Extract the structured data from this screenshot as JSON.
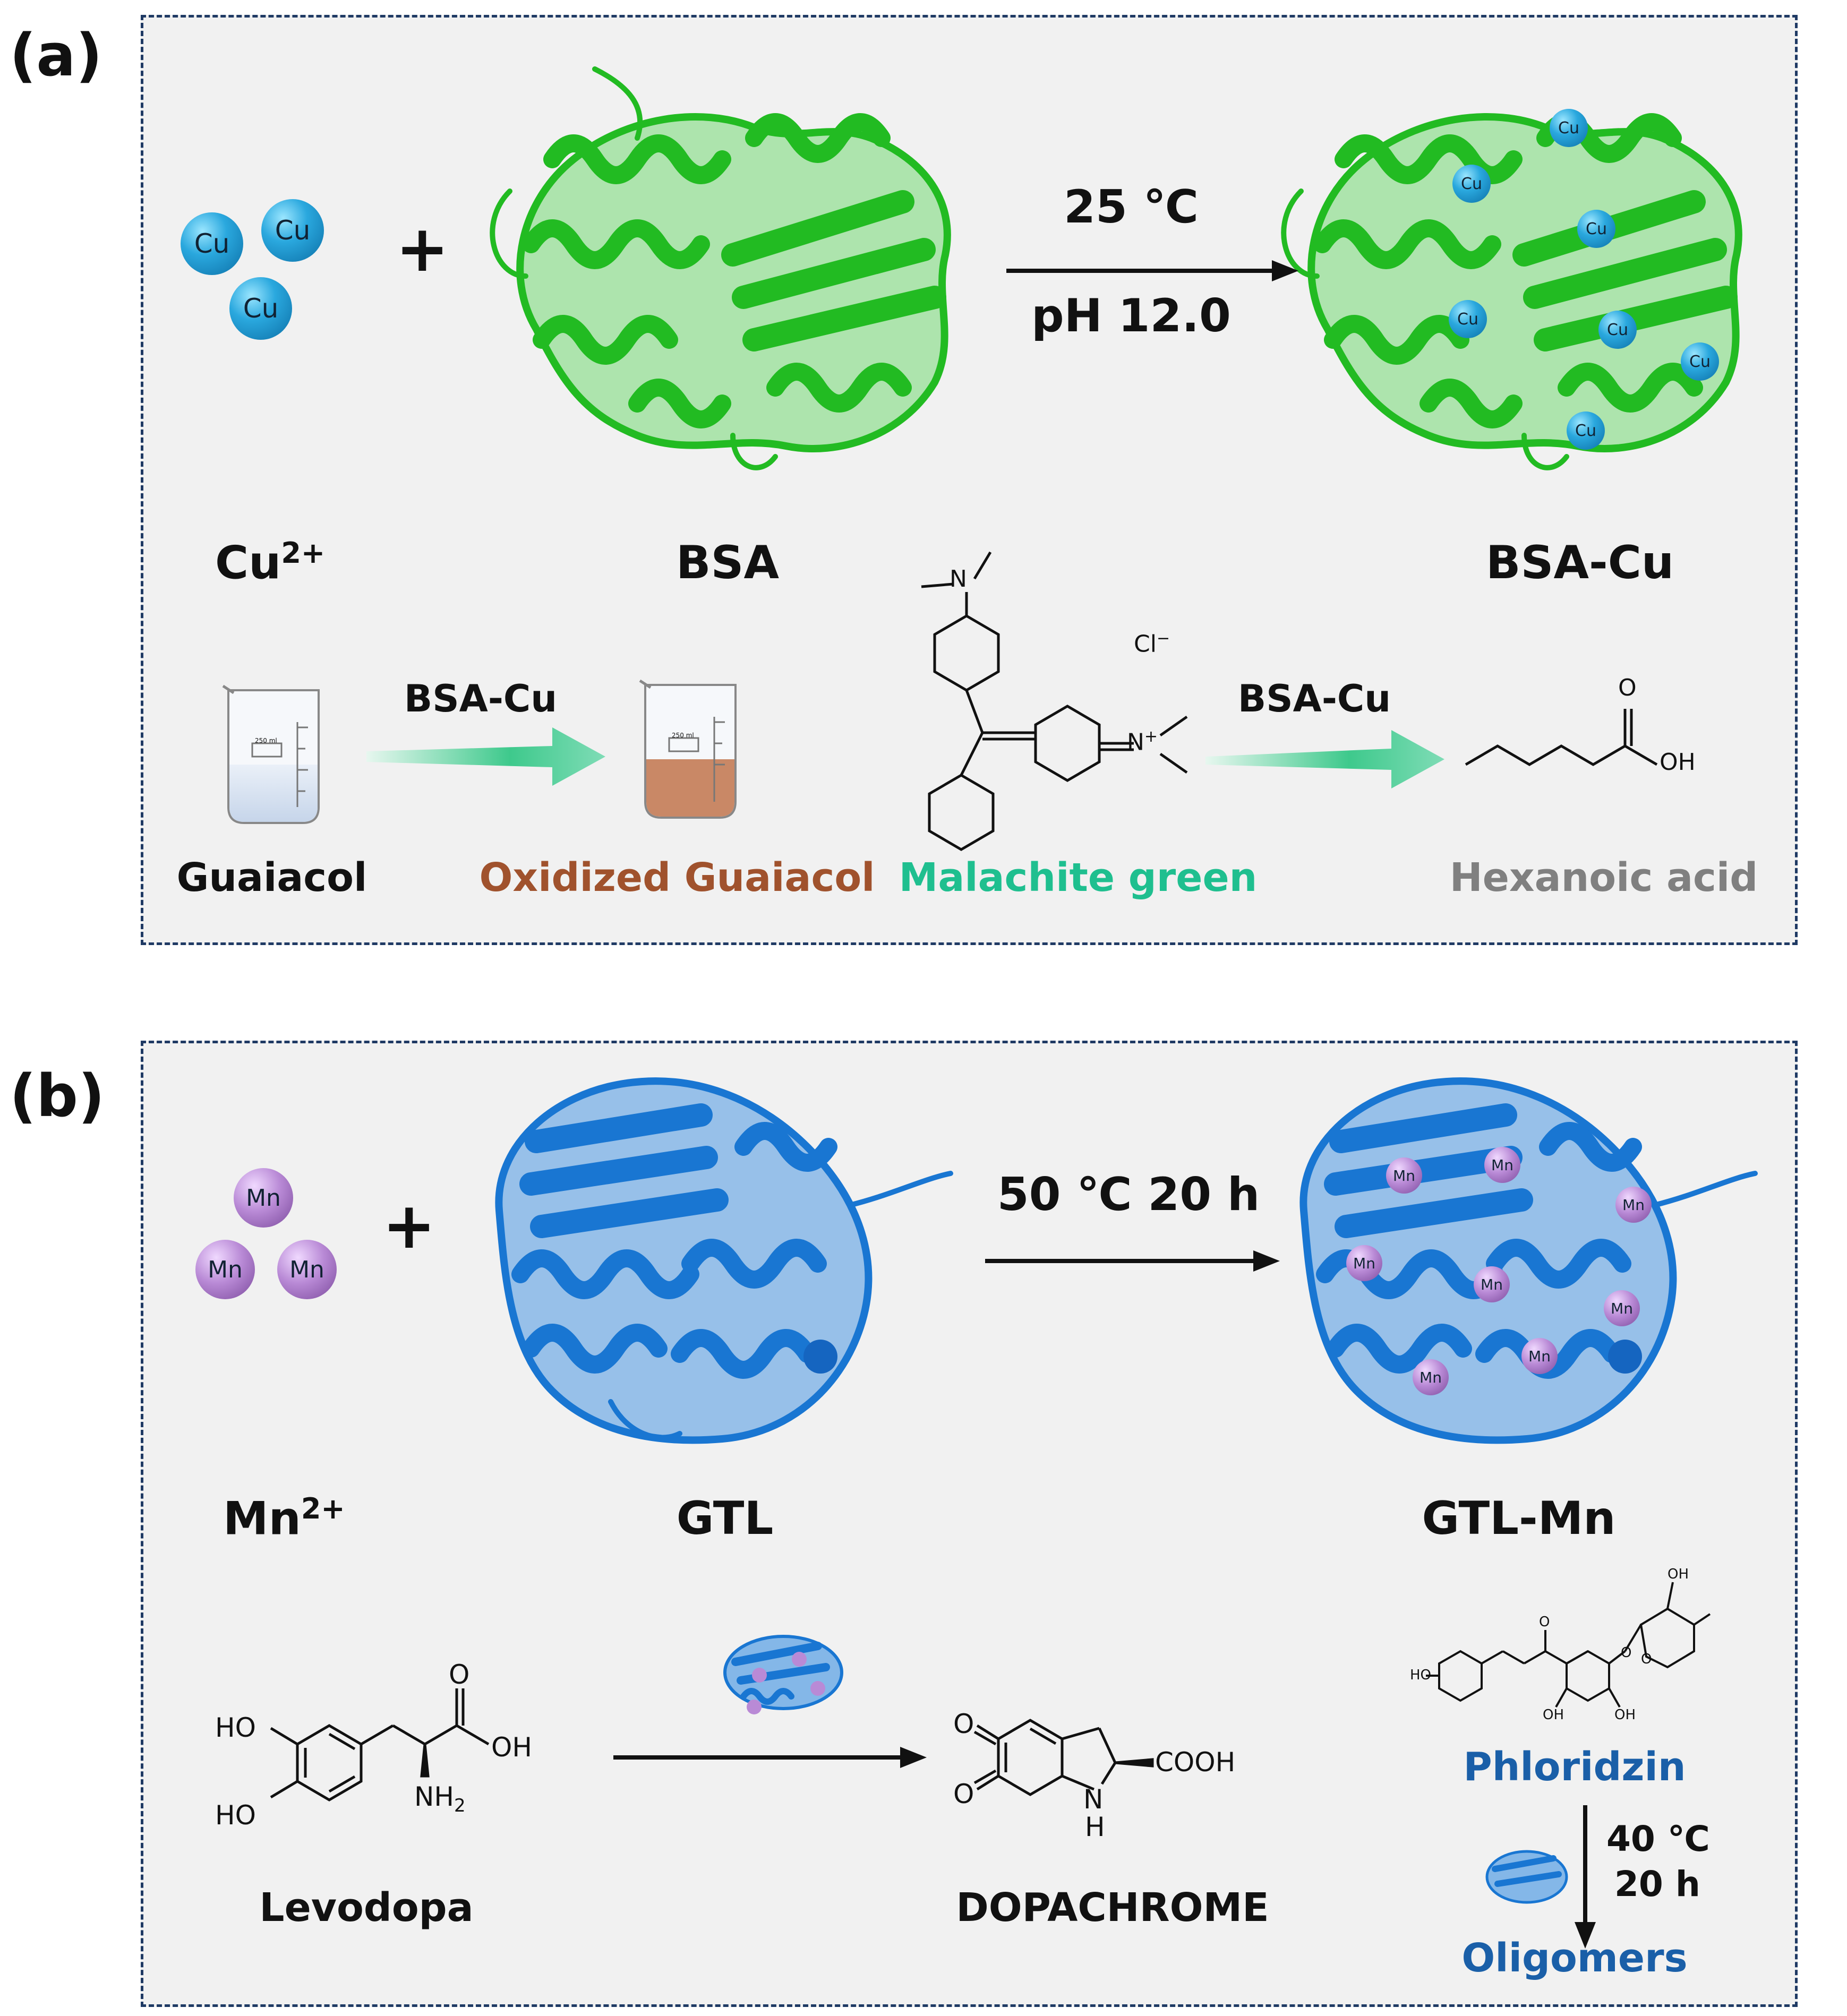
{
  "panel_a": {
    "label": "(a)",
    "metal_atom": "Cu",
    "metal_name": "Cu",
    "metal_charge": "2+",
    "protein": "BSA",
    "product": "BSA-Cu",
    "condition_top": "25 ℃",
    "condition_bottom": "pH 12.0",
    "protein_color": "#22bb22",
    "reaction1": {
      "catalyst": "BSA-Cu",
      "substrate": "Guaiacol",
      "product": "Oxidized Guaiacol",
      "product_color": "#a0522d",
      "beaker_mark": "250 ml"
    },
    "reaction2": {
      "catalyst": "BSA-Cu",
      "substrate": "Malachite green",
      "substrate_color": "#1fbf8f",
      "product": "Hexanoic acid",
      "product_color": "#808080",
      "counter_ion": "Cl",
      "counter_ion_charge": "−",
      "n_label": "N",
      "n_charge": "+",
      "acid_o": "O",
      "acid_oh": "OH"
    }
  },
  "panel_b": {
    "label": "(b)",
    "metal_atom": "Mn",
    "metal_name": "Mn",
    "metal_charge": "2+",
    "protein": "GTL",
    "product": "GTL-Mn",
    "condition": "50 ℃ 20 h",
    "protein_color": "#1976d2",
    "reaction1": {
      "substrate": "Levodopa",
      "product": "DOPACHROME",
      "ho1": "HO",
      "ho2": "HO",
      "o": "O",
      "oh": "OH",
      "nh2": "NH",
      "nh2_sub": "2",
      "o1": "O",
      "o2": "O",
      "cooh": "COOH",
      "n": "N",
      "h": "H"
    },
    "reaction2": {
      "substrate": "Phloridzin",
      "product": "Oligomers",
      "condition_line1": "40 ℃",
      "condition_line2": "20 h",
      "label_color": "#1a5fa8",
      "ho": "HO",
      "oh_top": "OH",
      "oh_bottom_left": "OH",
      "oh_bottom_right": "OH",
      "ketone_o": "O",
      "ether_o": "O",
      "ring_o": "O"
    }
  }
}
